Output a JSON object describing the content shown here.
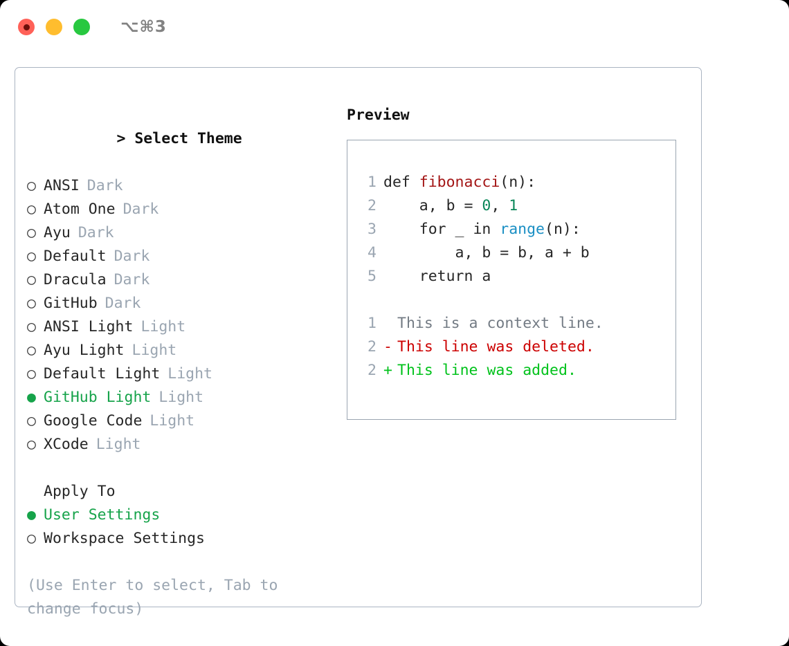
{
  "titlebar": {
    "shortcut": "⌥⌘3",
    "buttons": [
      {
        "name": "close",
        "color": "#ff6158"
      },
      {
        "name": "minimize",
        "color": "#ffbd2e"
      },
      {
        "name": "maximize",
        "color": "#28c840"
      }
    ]
  },
  "colors": {
    "accent_green": "#16a34a",
    "muted": "#9aa5b1",
    "text": "#262626",
    "border": "#aab4c2",
    "syntax_function": "#a31515",
    "syntax_number": "#098658",
    "syntax_call": "#1a8fc4",
    "diff_added": "#00c21b",
    "diff_removed": "#cc0000",
    "diff_context": "#737b84"
  },
  "theme_picker": {
    "prompt": ">",
    "heading": "Select Theme",
    "bullet_unselected": "○",
    "bullet_selected": "●",
    "items": [
      {
        "name": "ANSI",
        "kind": "Dark",
        "selected": false
      },
      {
        "name": "Atom One",
        "kind": "Dark",
        "selected": false
      },
      {
        "name": "Ayu",
        "kind": "Dark",
        "selected": false
      },
      {
        "name": "Default",
        "kind": "Dark",
        "selected": false
      },
      {
        "name": "Dracula",
        "kind": "Dark",
        "selected": false
      },
      {
        "name": "GitHub",
        "kind": "Dark",
        "selected": false
      },
      {
        "name": "ANSI Light",
        "kind": "Light",
        "selected": false
      },
      {
        "name": "Ayu Light",
        "kind": "Light",
        "selected": false
      },
      {
        "name": "Default Light",
        "kind": "Light",
        "selected": false
      },
      {
        "name": "GitHub Light",
        "kind": "Light",
        "selected": true
      },
      {
        "name": "Google Code",
        "kind": "Light",
        "selected": false
      },
      {
        "name": "XCode",
        "kind": "Light",
        "selected": false
      }
    ]
  },
  "apply_to": {
    "heading": "Apply To",
    "options": [
      {
        "label": "User Settings",
        "selected": true
      },
      {
        "label": "Workspace Settings",
        "selected": false
      }
    ]
  },
  "hint": "(Use Enter to select, Tab to change focus)",
  "preview": {
    "heading": "Preview",
    "code": [
      {
        "lineno": "1",
        "tokens": [
          {
            "text": "def ",
            "type": "plain"
          },
          {
            "text": "fibonacci",
            "type": "function"
          },
          {
            "text": "(n):",
            "type": "plain"
          }
        ]
      },
      {
        "lineno": "2",
        "tokens": [
          {
            "text": "    a, b = ",
            "type": "plain"
          },
          {
            "text": "0",
            "type": "number"
          },
          {
            "text": ", ",
            "type": "plain"
          },
          {
            "text": "1",
            "type": "number"
          }
        ]
      },
      {
        "lineno": "3",
        "tokens": [
          {
            "text": "    for _ in ",
            "type": "plain"
          },
          {
            "text": "range",
            "type": "call"
          },
          {
            "text": "(n):",
            "type": "plain"
          }
        ]
      },
      {
        "lineno": "4",
        "tokens": [
          {
            "text": "        a, b = b, a + b",
            "type": "plain"
          }
        ]
      },
      {
        "lineno": "5",
        "tokens": [
          {
            "text": "    return a",
            "type": "plain"
          }
        ]
      }
    ],
    "diff": [
      {
        "lineno": "1",
        "marker": " ",
        "text": "This is a context line.",
        "type": "context"
      },
      {
        "lineno": "2",
        "marker": "-",
        "text": "This line was deleted.",
        "type": "removed"
      },
      {
        "lineno": "2",
        "marker": "+",
        "text": "This line was added.",
        "type": "added"
      }
    ]
  }
}
